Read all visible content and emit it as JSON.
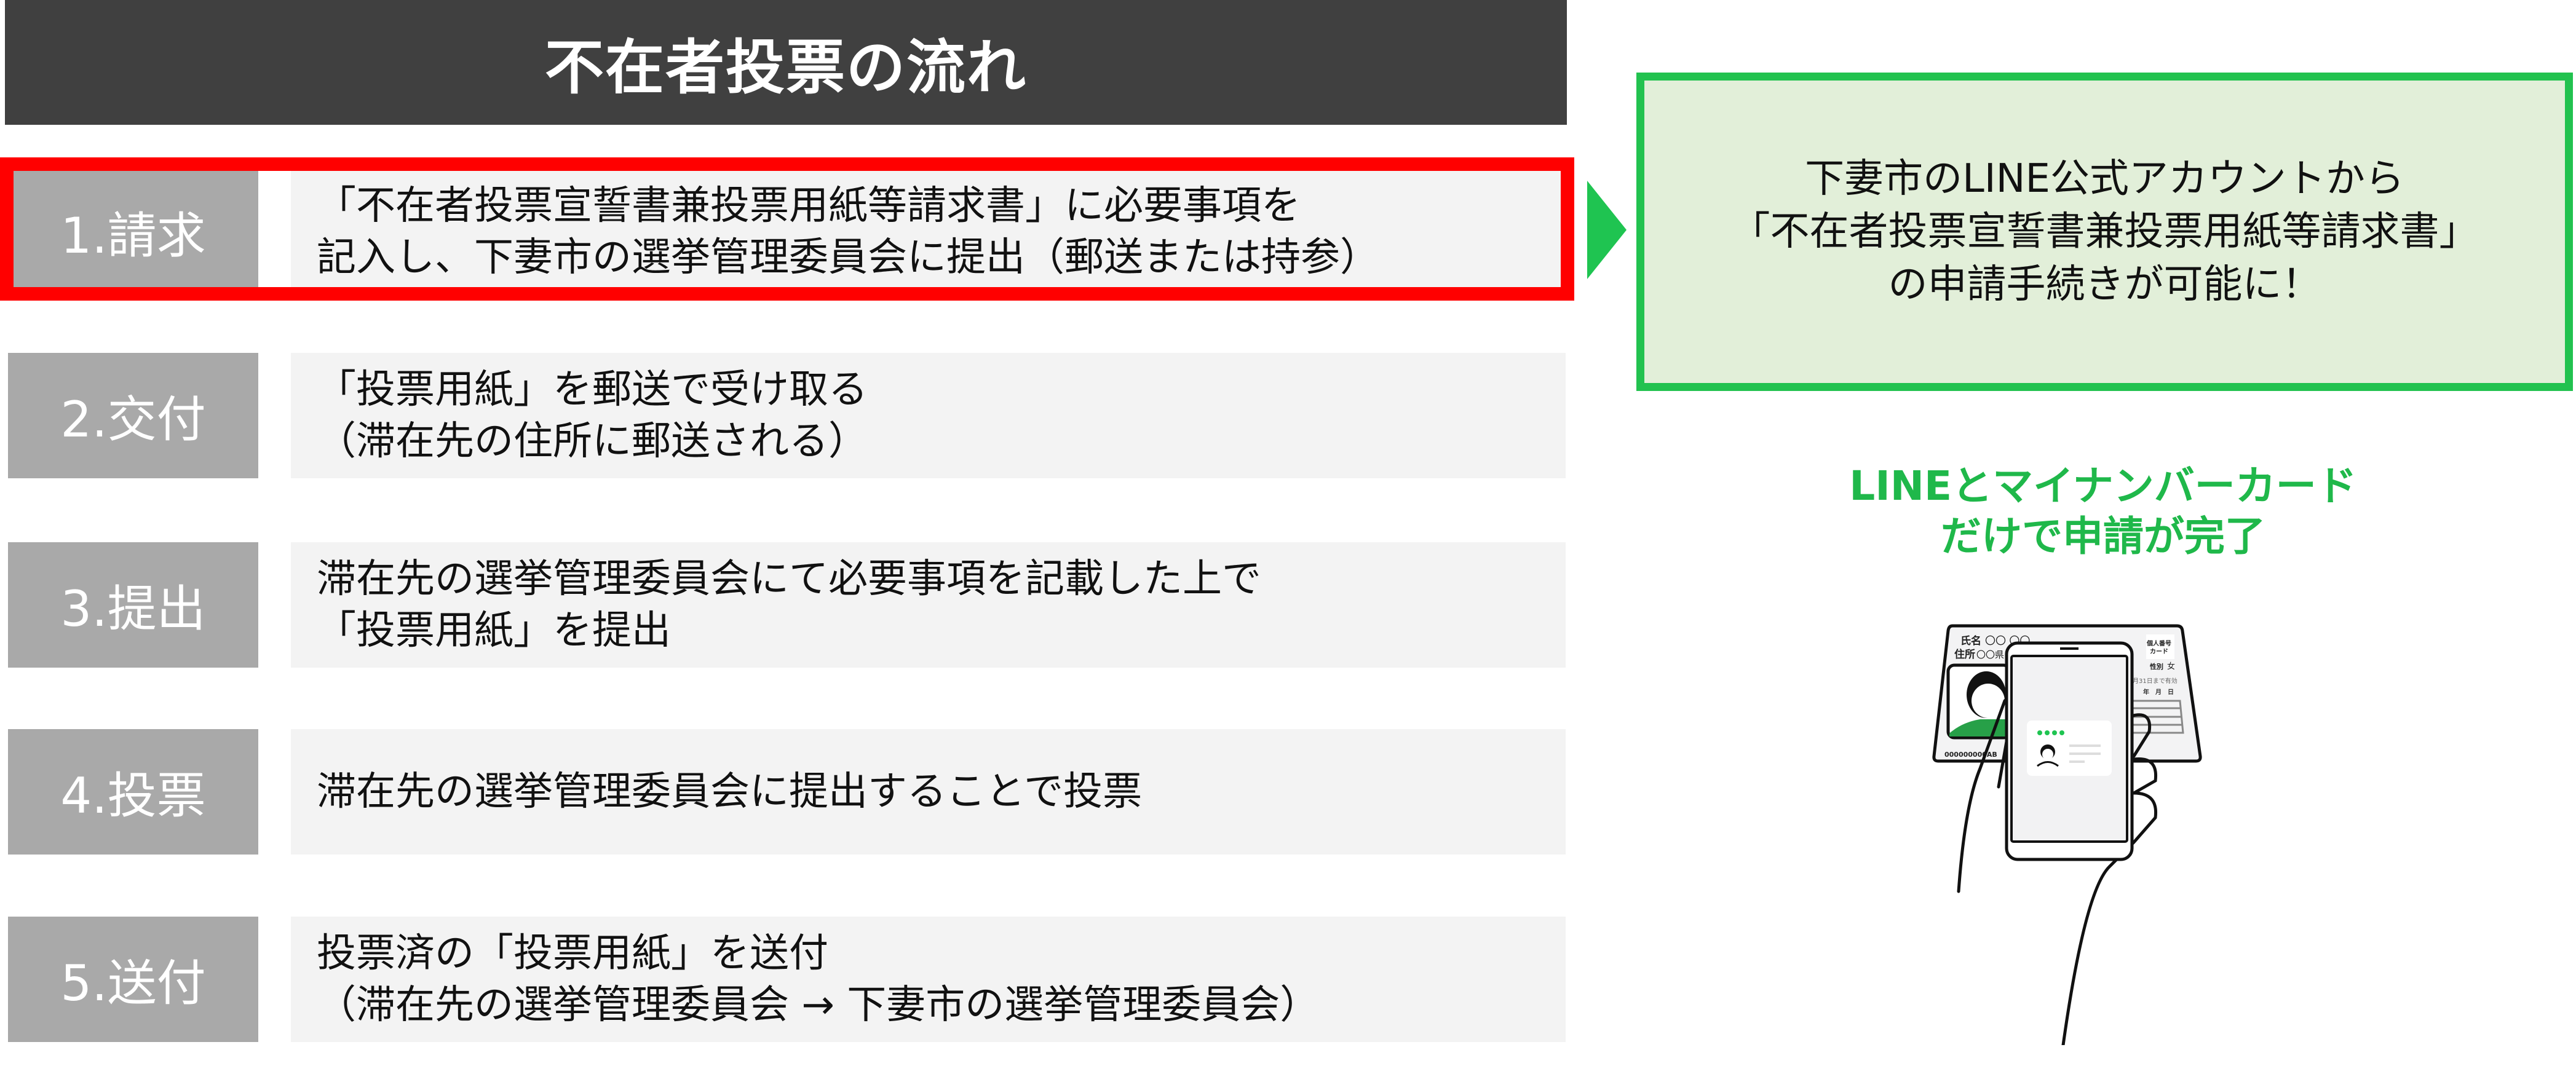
{
  "title": "不在者投票の流れ",
  "steps": [
    {
      "label": "1.請求",
      "lines": [
        "「不在者投票宣誓書兼投票用紙等請求書」に必要事項を",
        "記入し、下妻市の選挙管理委員会に提出（郵送または持参）"
      ]
    },
    {
      "label": "2.交付",
      "lines": [
        "「投票用紙」を郵送で受け取る",
        "（滞在先の住所に郵送される）"
      ]
    },
    {
      "label": "3.提出",
      "lines": [
        "滞在先の選挙管理委員会にて必要事項を記載した上で",
        "「投票用紙」を提出"
      ]
    },
    {
      "label": "4.投票",
      "lines": [
        "滞在先の選挙管理委員会に提出することで投票"
      ]
    },
    {
      "label": "5.送付",
      "lines": [
        "投票済の「投票用紙」を送付",
        "（滞在先の選挙管理委員会 → 下妻市の選挙管理委員会）"
      ]
    }
  ],
  "callout": {
    "lines": [
      "下妻市のLINE公式アカウントから",
      "「不在者投票宣誓書兼投票用紙等請求書」",
      "の申請手続きが可能に！"
    ]
  },
  "note": {
    "lines": [
      "LINEとマイナンバーカード",
      "だけで申請が完了"
    ]
  },
  "illustration": {
    "card_name_label": "氏名",
    "card_name_value": "〇〇 〇〇",
    "card_address_label": "住所",
    "card_address_value": "〇〇県",
    "card_title": [
      "個人番号",
      "カード"
    ],
    "card_sex_label": "性別",
    "card_sex_value": "女",
    "card_valid": "月31日まで有効",
    "card_date": "年　月　日",
    "card_number": "000000000AB"
  },
  "colors": {
    "highlight": "#ff0000",
    "accent": "#22c24f",
    "title_bg": "#404040",
    "label_bg": "#a9a9a9"
  }
}
